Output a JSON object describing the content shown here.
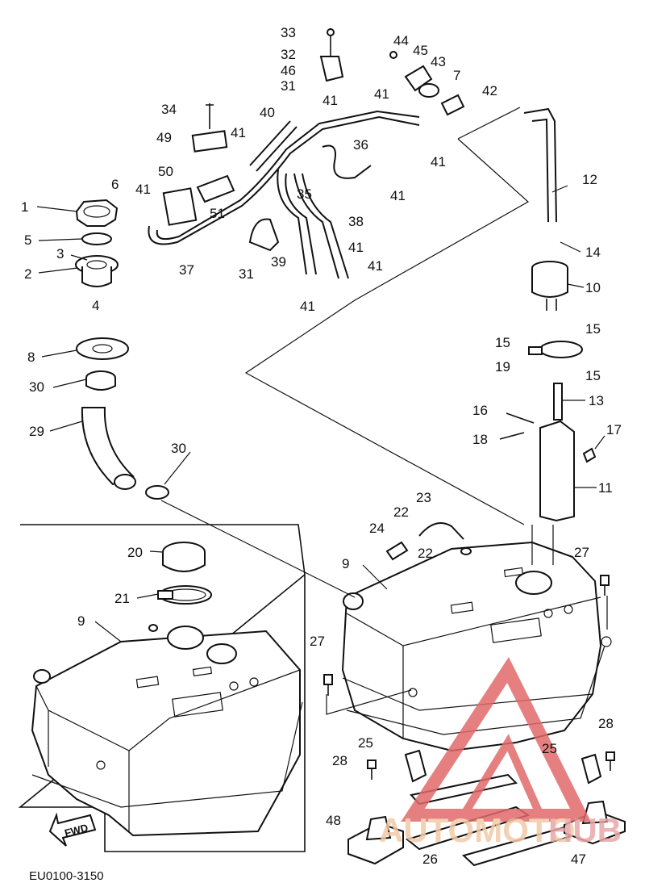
{
  "diagram_code": "EU0100-3150",
  "fwd_label": "FWD",
  "watermark": {
    "text_a": "AUTOMOTO",
    "text_b": "HUB",
    "color_a": "#f2c9a8",
    "color_b": "#e8a8a8",
    "triangle_color": "#e26a6a"
  },
  "callouts": [
    "1",
    "2",
    "3",
    "4",
    "5",
    "6",
    "7",
    "8",
    "9",
    "10",
    "11",
    "12",
    "13",
    "14",
    "15",
    "16",
    "17",
    "18",
    "19",
    "20",
    "21",
    "22",
    "23",
    "24",
    "25",
    "26",
    "27",
    "28",
    "29",
    "30",
    "31",
    "32",
    "33",
    "34",
    "35",
    "36",
    "37",
    "38",
    "39",
    "40",
    "41",
    "42",
    "43",
    "44",
    "45",
    "46",
    "47",
    "48",
    "49",
    "50",
    "51"
  ]
}
